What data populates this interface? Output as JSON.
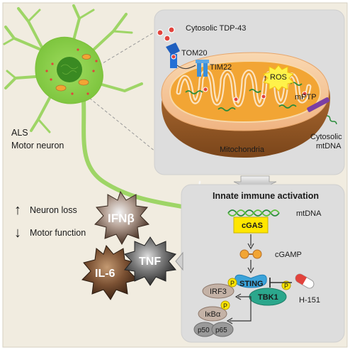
{
  "mito_panel": {
    "cytosolic_tdp43": "Cytosolic TDP-43",
    "tom20": "TOM20",
    "tim22": "TIM22",
    "ros": "ROS",
    "mptp": "mPTP",
    "mitochondria": "Mitochondria",
    "cytosolic_mtdna_line1": "Cytosolic",
    "cytosolic_mtdna_line2": "mtDNA"
  },
  "neuron": {
    "label_line1": "ALS",
    "label_line2": "Motor neuron"
  },
  "effects": {
    "neuron_loss": "Neuron loss",
    "motor_function": "Motor function",
    "up_arrow": "↑",
    "down_arrow": "↓"
  },
  "cytokines": {
    "ifnb": "IFNβ",
    "il6": "IL-6",
    "tnf": "TNF"
  },
  "immune_panel": {
    "title": "Innate immune activation",
    "mtdna": "mtDNA",
    "cgas": "cGAS",
    "cgamp": "cGAMP",
    "sting": "STING",
    "tbk1": "TBK1",
    "h151": "H-151",
    "irf3": "IRF3",
    "ikba": "IκBα",
    "p50": "p50",
    "p65": "p65",
    "phospho": "P"
  },
  "colors": {
    "background": "#f1ece0",
    "panel": "#dddddd",
    "neuron": "#8fd14f",
    "mito_outer": "#f6c99a",
    "mito_inner": "#f2a534",
    "cgas": "#ffe600",
    "sting": "#3ba3d9",
    "tbk1": "#2ba78c"
  }
}
